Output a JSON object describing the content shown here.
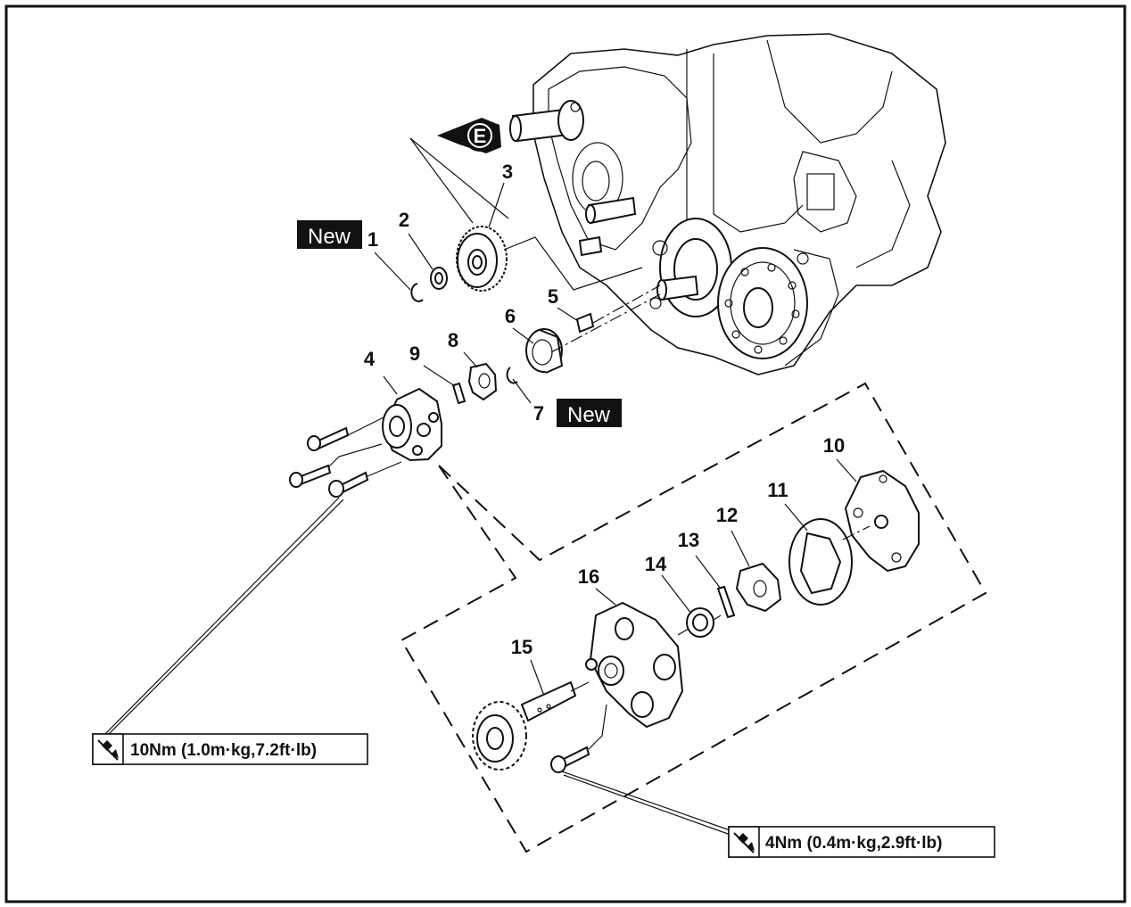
{
  "callouts": {
    "c1": "1",
    "c2": "2",
    "c3": "3",
    "c4": "4",
    "c5": "5",
    "c6": "6",
    "c7": "7",
    "c8": "8",
    "c9": "9",
    "c10": "10",
    "c11": "11",
    "c12": "12",
    "c13": "13",
    "c14": "14",
    "c15": "15",
    "c16": "16"
  },
  "new_label_1": "New",
  "new_label_7": "New",
  "engine_oil_symbol": "E",
  "torque_spec_large": "10Nm (1.0m·kg,7.2ft·lb)",
  "torque_spec_small": "4Nm (0.4m·kg,2.9ft·lb)",
  "icons": {
    "oil": "oil-can-icon",
    "torque": "torque-wrench-icon"
  }
}
